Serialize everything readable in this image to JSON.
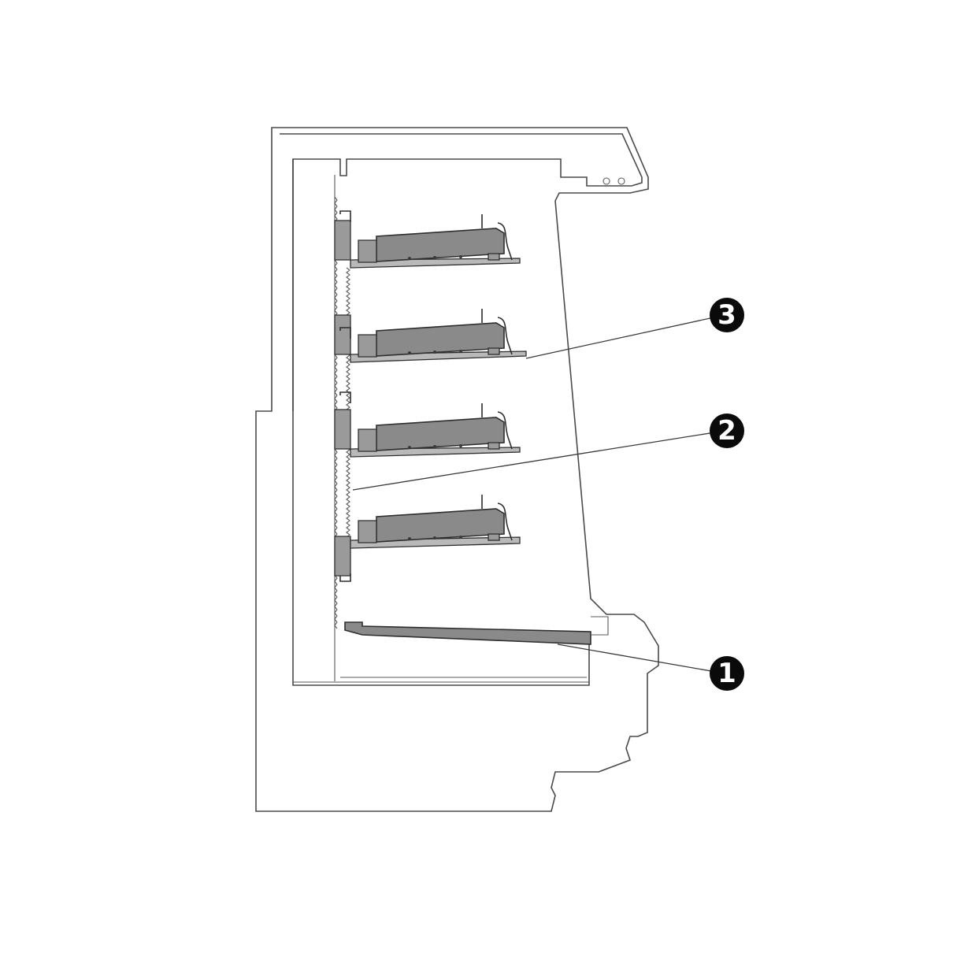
{
  "callouts": [
    {
      "label": "1"
    },
    {
      "label": "2"
    },
    {
      "label": "3"
    }
  ],
  "colors": {
    "line": "#4a4a4a",
    "shelf_fill": "#8a8a8a",
    "callout_fill": "#0a0a0a",
    "callout_text": "#ffffff",
    "background": "#ffffff"
  },
  "shelves": {
    "adjustable_shelf_count": 4,
    "bottom_deck_count": 1
  }
}
